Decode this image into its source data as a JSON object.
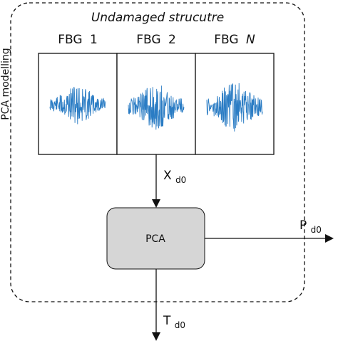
{
  "title": "Undamaged strucutre",
  "side_label": "PCA modelling",
  "sensors": [
    {
      "prefix": "FBG",
      "index": "1"
    },
    {
      "prefix": "FBG",
      "index": "2"
    },
    {
      "prefix": "FBG",
      "index": "N"
    }
  ],
  "pca_label": "PCA",
  "input_label": {
    "base": "X",
    "sub": "d0"
  },
  "output_right": {
    "base": "P",
    "sub": "d0"
  },
  "output_bottom": {
    "base": "T",
    "sub": "d0"
  },
  "colors": {
    "signal": "#2a7cc4",
    "pca_fill": "#d6d6d6",
    "stroke": "#111111"
  }
}
